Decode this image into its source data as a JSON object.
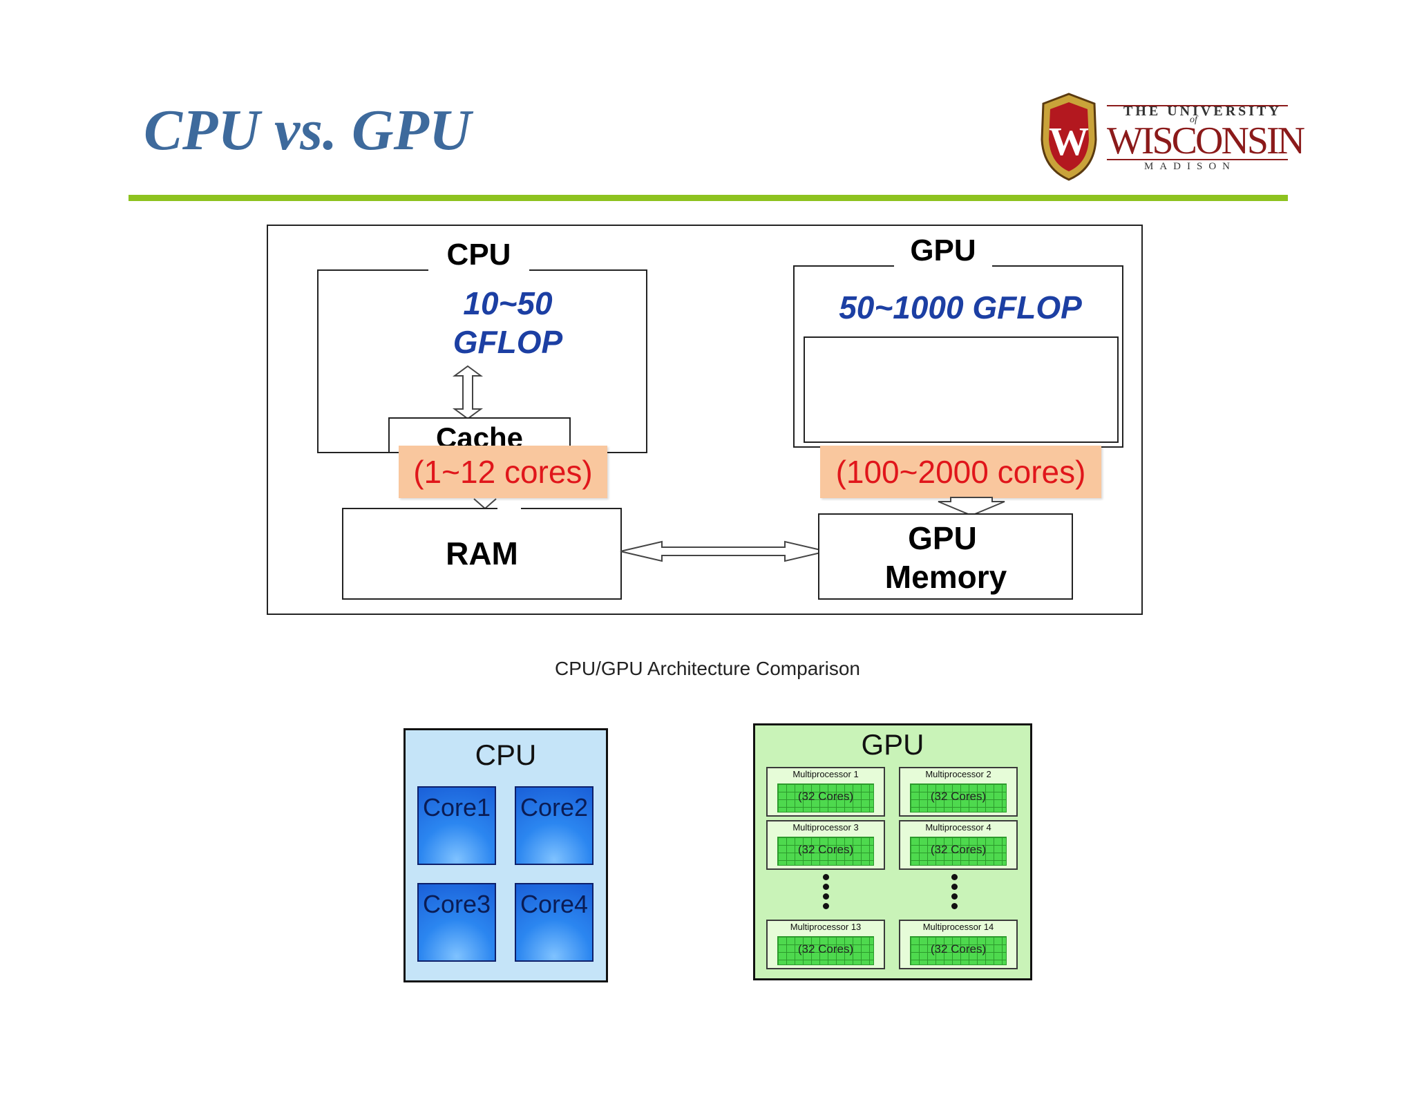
{
  "slide": {
    "title": "CPU vs. GPU"
  },
  "logo": {
    "line1": "THE UNIVERSITY",
    "line_of": "of",
    "line2": "WISCONSIN",
    "line3": "MADISON",
    "crest_letter": "W"
  },
  "architecture": {
    "cpu_label": "CPU",
    "cpu_gflop_1": "10~50",
    "cpu_gflop_2": "GFLOP",
    "cache_label": "Cache",
    "cpu_cores": "(1~12 cores)",
    "ram_label": "RAM",
    "gpu_label": "GPU",
    "gpu_gflop": "50~1000 GFLOP",
    "gpu_cores": "(100~2000 cores)",
    "gpu_mem_1": "GPU",
    "gpu_mem_2": "Memory"
  },
  "caption": "CPU/GPU Architecture Comparison",
  "cpu_cores_diagram": {
    "title": "CPU",
    "cores": [
      "Core1",
      "Core2",
      "Core3",
      "Core4"
    ]
  },
  "gpu_cores_diagram": {
    "title": "GPU",
    "multiprocessors": [
      {
        "name": "Multiprocessor 1",
        "cores": "(32 Cores)"
      },
      {
        "name": "Multiprocessor 2",
        "cores": "(32 Cores)"
      },
      {
        "name": "Multiprocessor 3",
        "cores": "(32 Cores)"
      },
      {
        "name": "Multiprocessor 4",
        "cores": "(32 Cores)"
      },
      {
        "name": "Multiprocessor 13",
        "cores": "(32 Cores)"
      },
      {
        "name": "Multiprocessor 14",
        "cores": "(32 Cores)"
      }
    ]
  },
  "colors": {
    "title": "#3e6a9c",
    "rule": "#8dc21f",
    "gflop": "#1c3fa3",
    "cores_tag_bg": "#f9c79e",
    "cores_tag_text": "#e0161b",
    "cpu_panel": "#c5e4f8",
    "gpu_panel": "#c9f3b8"
  }
}
